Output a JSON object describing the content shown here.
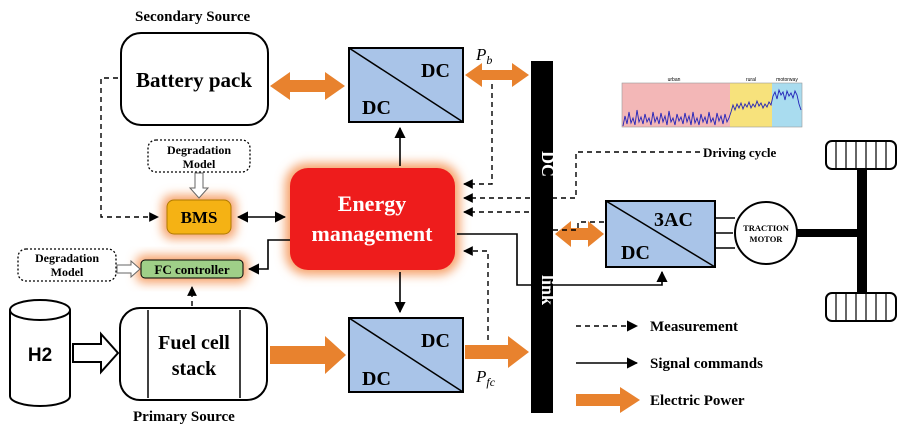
{
  "labels": {
    "secondary_source": "Secondary Source",
    "primary_source": "Primary Source",
    "battery_pack": "Battery pack",
    "fuel_cell_line1": "Fuel cell",
    "fuel_cell_line2": "stack",
    "h2": "H2",
    "bms": "BMS",
    "fc_controller": "FC controller",
    "degradation_line1": "Degradation",
    "degradation_line2": "Model",
    "energy_line1": "Energy",
    "energy_line2": "management",
    "dc": "DC",
    "ac3": "3AC",
    "dc_link_top": "DC",
    "dc_link_bottom": "link",
    "pb_main": "P",
    "pb_sub": "b",
    "pfc_main": "P",
    "pfc_sub": "fc",
    "traction_line1": "TRACTION",
    "traction_line2": "MOTOR",
    "driving_cycle": "Driving cycle",
    "urban": "urban",
    "rural": "rural",
    "motorway": "motorway"
  },
  "legend": {
    "measurement": "Measurement",
    "signal": "Signal commands",
    "power": "Electric Power"
  },
  "colors": {
    "converter_fill": "#a9c4e8",
    "energy_fill": "#ee1c1c",
    "energy_glow": "#f6a36c",
    "bms_fill": "#f5b214",
    "fc_controller_fill": "#9fcf88",
    "power_arrow": "#e8822e",
    "urban_bg": "#f3b7b7",
    "rural_bg": "#f7e27c",
    "motorway_bg": "#a9dcef",
    "signal_trace": "#2323b8"
  }
}
